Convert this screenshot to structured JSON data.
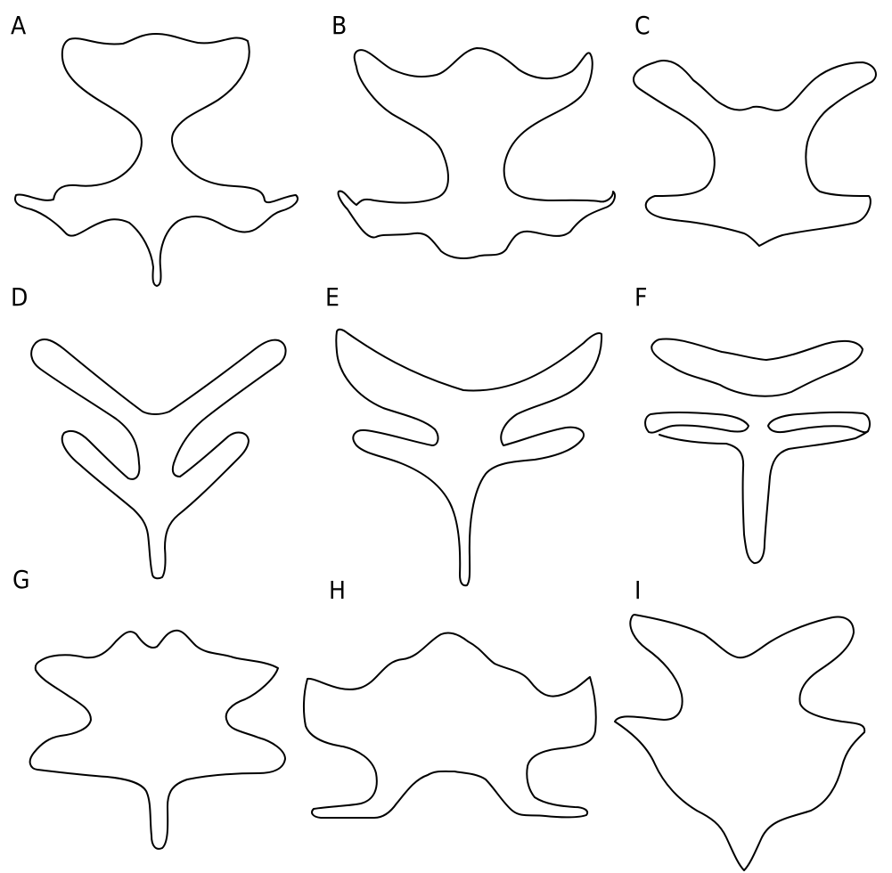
{
  "figure": {
    "stroke_color": "#000000",
    "background_color": "#ffffff",
    "panels": [
      {
        "label": "A"
      },
      {
        "label": "B"
      },
      {
        "label": "C"
      },
      {
        "label": "D"
      },
      {
        "label": "E"
      },
      {
        "label": "F"
      },
      {
        "label": "G"
      },
      {
        "label": "H"
      },
      {
        "label": "I"
      }
    ]
  }
}
